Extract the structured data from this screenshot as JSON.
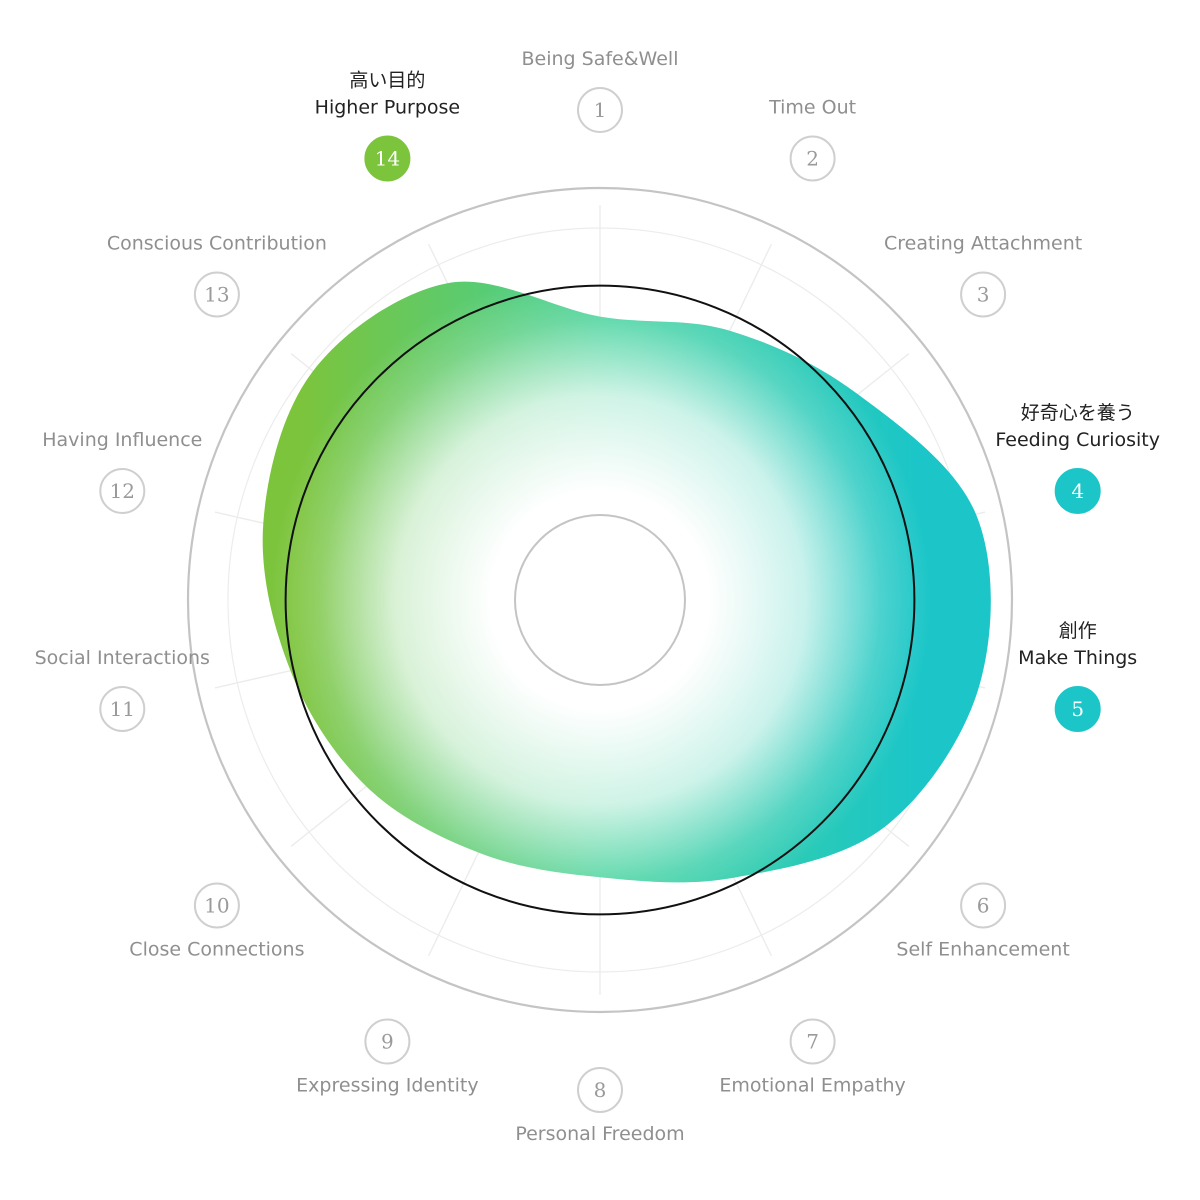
{
  "chart_data": {
    "type": "radar",
    "title": "",
    "axes": [
      {
        "number": "1",
        "label": "Being Safe&Well",
        "label_jp": "",
        "highlighted": false
      },
      {
        "number": "2",
        "label": "Time Out",
        "label_jp": "",
        "highlighted": false
      },
      {
        "number": "3",
        "label": "Creating Attachment",
        "label_jp": "",
        "highlighted": false
      },
      {
        "number": "4",
        "label": "Feeding Curiosity",
        "label_jp": "好奇心を養う",
        "highlighted": true,
        "color": "#1cc6c8"
      },
      {
        "number": "5",
        "label": "Make Things",
        "label_jp": "創作",
        "highlighted": true,
        "color": "#1cc6c8"
      },
      {
        "number": "6",
        "label": "Self Enhancement",
        "label_jp": "",
        "highlighted": false
      },
      {
        "number": "7",
        "label": "Emotional Empathy",
        "label_jp": "",
        "highlighted": false
      },
      {
        "number": "8",
        "label": "Personal Freedom",
        "label_jp": "",
        "highlighted": false
      },
      {
        "number": "9",
        "label": "Expressing Identity",
        "label_jp": "",
        "highlighted": false
      },
      {
        "number": "10",
        "label": "Close Connections",
        "label_jp": "",
        "highlighted": false
      },
      {
        "number": "11",
        "label": "Social Interactions",
        "label_jp": "",
        "highlighted": false
      },
      {
        "number": "12",
        "label": "Having Influence",
        "label_jp": "",
        "highlighted": false
      },
      {
        "number": "13",
        "label": "Conscious Contribution",
        "label_jp": "",
        "highlighted": false
      },
      {
        "number": "14",
        "label": "Higher Purpose",
        "label_jp": "高い目的",
        "highlighted": true,
        "color": "#7cc43c"
      }
    ],
    "values": [
      0.64,
      0.69,
      0.79,
      0.97,
      0.98,
      0.9,
      0.72,
      0.62,
      0.63,
      0.69,
      0.75,
      0.84,
      0.91,
      0.86
    ],
    "reference_level": 0.74,
    "rings": 5,
    "colors": {
      "blob_green": "#7cc43c",
      "blob_teal": "#1cc6c8",
      "reference_circle": "#111111",
      "outer_ring": "#c4c4c4",
      "grid": "#ececec",
      "badge_border": "#cfcfcf"
    }
  }
}
